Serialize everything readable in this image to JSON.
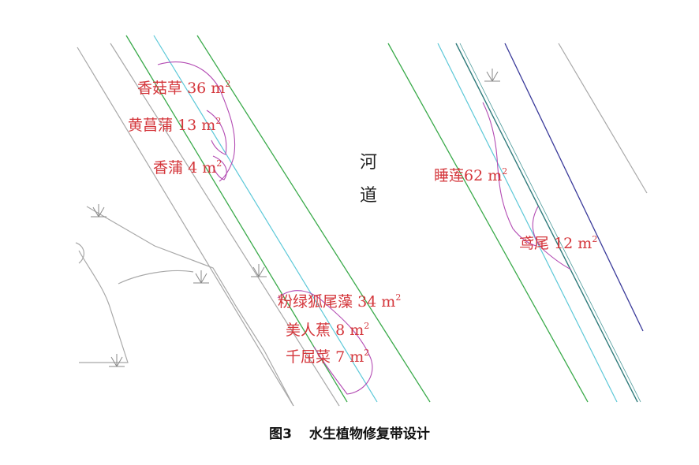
{
  "river_label": [
    "河",
    "道"
  ],
  "plants": [
    {
      "id": "xianggucao",
      "name": "香菇草",
      "area": "36",
      "unit": "m"
    },
    {
      "id": "huangchangpu",
      "name": "黄菖蒲",
      "area": "13",
      "unit": "m"
    },
    {
      "id": "xiangpu",
      "name": "香蒲",
      "area": "4",
      "unit": "m"
    },
    {
      "id": "shuilian",
      "name": "睡莲",
      "area": "62",
      "unit": "m"
    },
    {
      "id": "yuanwei",
      "name": "鸢尾",
      "area": "12",
      "unit": "m"
    },
    {
      "id": "fenlvhuweizao",
      "name": "粉绿狐尾藻",
      "area": "34",
      "unit": "m"
    },
    {
      "id": "meirenjiao",
      "name": "美人蕉",
      "area": "8",
      "unit": "m"
    },
    {
      "id": "qianqucai",
      "name": "千屈菜",
      "area": "7",
      "unit": "m"
    }
  ],
  "superscript": "2",
  "caption": {
    "number": "图3",
    "title": "水生植物修复带设计"
  },
  "colors": {
    "label": "#d4363b",
    "zone": "#b34bb3",
    "gray_line": "#a8a8a8",
    "green_line": "#3aaa4a",
    "cyan_line": "#5cc8d8",
    "navy_line": "#3a3a9a",
    "teal_line": "#2e7a7a"
  }
}
